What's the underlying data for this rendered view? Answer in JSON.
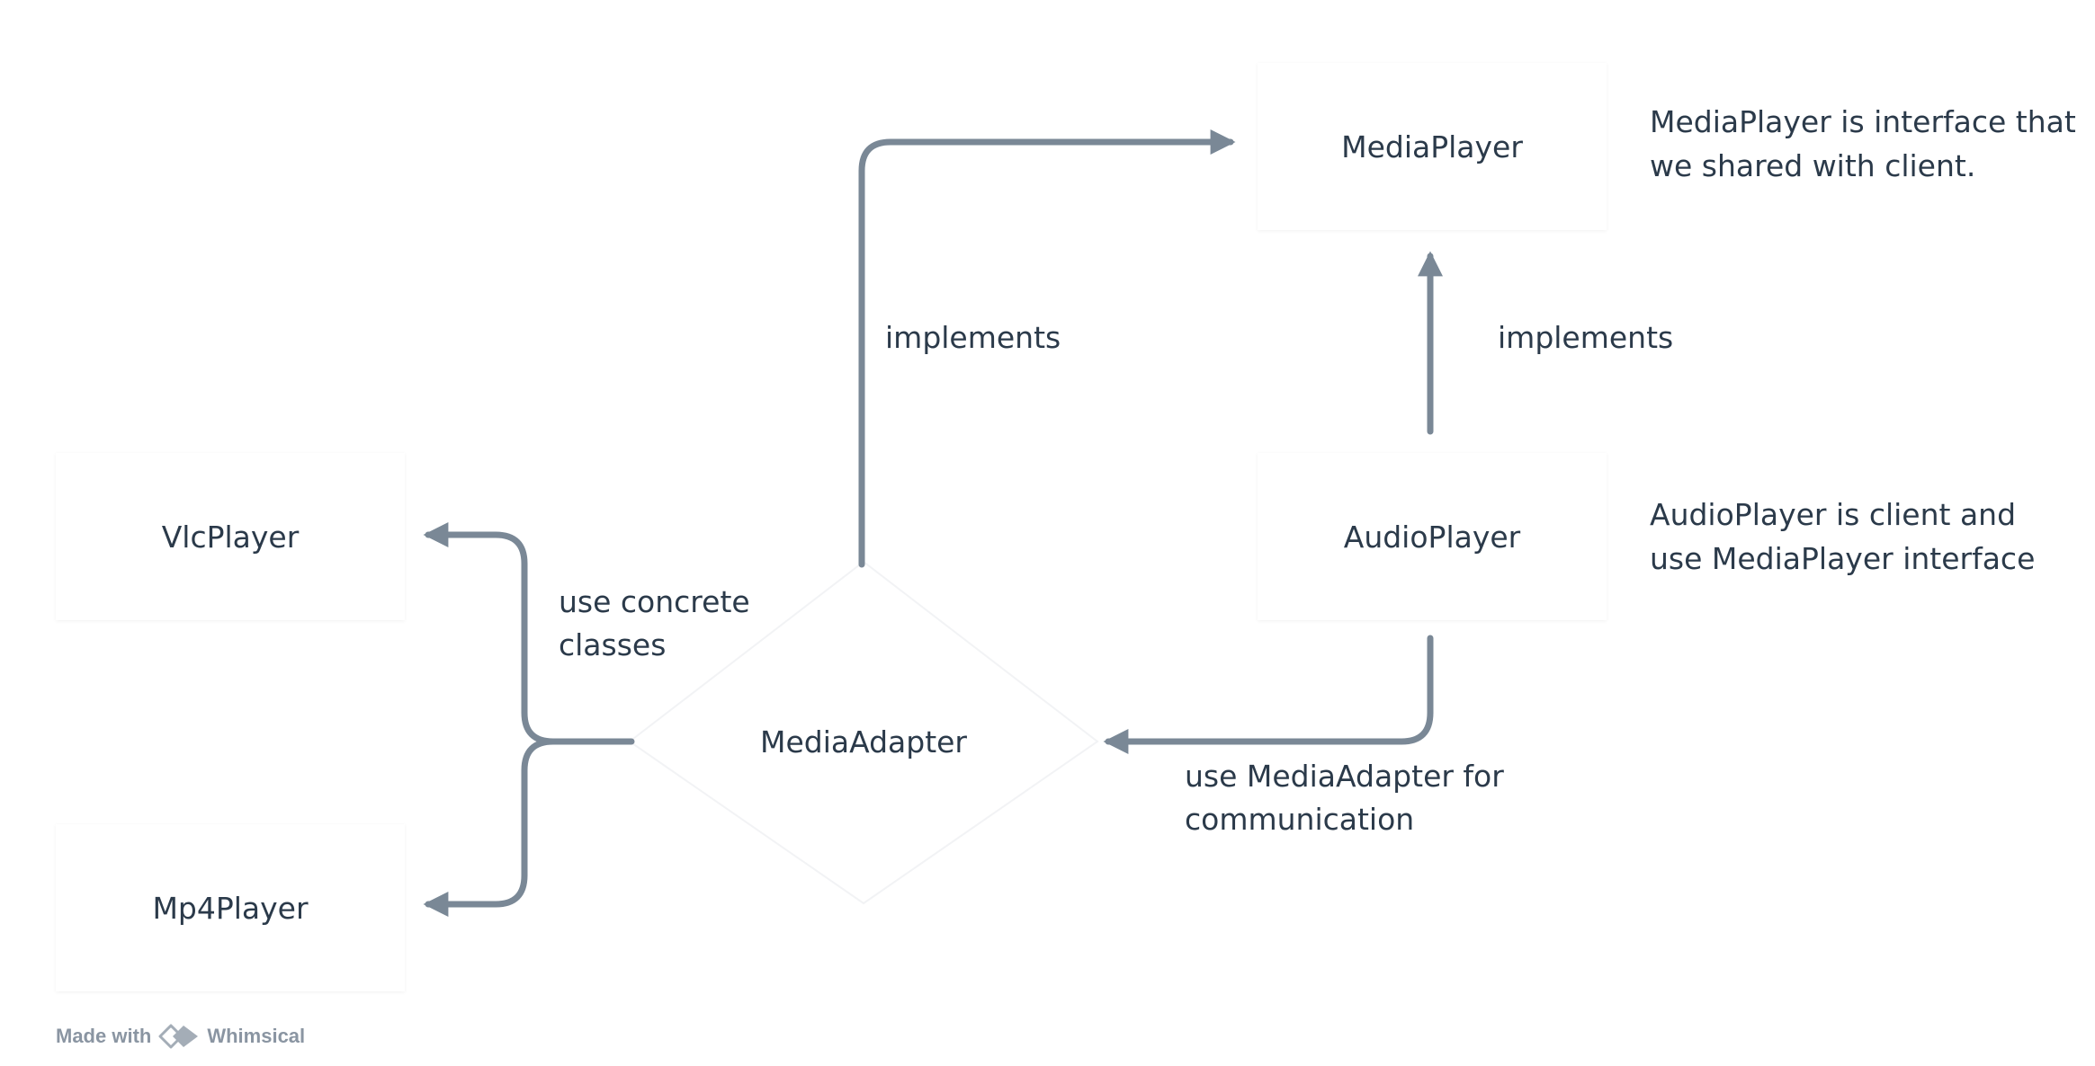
{
  "nodes": {
    "media_player": "MediaPlayer",
    "audio_player": "AudioPlayer",
    "vlc_player": "VlcPlayer",
    "mp4_player": "Mp4Player",
    "media_adapter": "MediaAdapter"
  },
  "edges": {
    "implements_left": "implements",
    "implements_right": "implements",
    "use_concrete": "use concrete\nclasses",
    "use_mediaadapter": "use MediaAdapter for\ncommunication"
  },
  "notes": {
    "mediaplayer": "MediaPlayer is interface that\nwe shared with client.",
    "audioplayer": "AudioPlayer is client and\nuse MediaPlayer interface"
  },
  "footer": {
    "made_with": "Made with",
    "brand": "Whimsical"
  },
  "colors": {
    "connector": "#7a8896",
    "text": "#2b3a4a",
    "footer": "#8a95a2"
  },
  "icons": {
    "brand_logo": "whimsical-logo-icon"
  }
}
